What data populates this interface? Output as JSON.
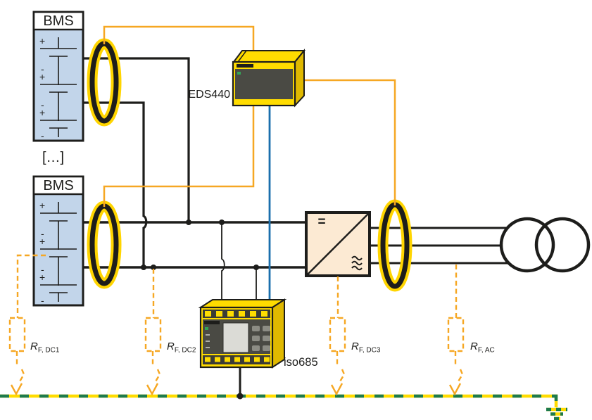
{
  "colors": {
    "wire-black": "#1d1d1b",
    "wire-orange": "#F6A723",
    "wire-blue": "#1A6FAD",
    "ct-yellow": "#FFD500",
    "device-yellow": "#FFDC00",
    "device-yellow-dark": "#E0B900",
    "device-panel": "#4A4A44",
    "bms-fill": "#C2D5EA",
    "inverter-fill": "#FCEAD3",
    "pe-yellow": "#FFDC00",
    "pe-green": "#1E7B4B",
    "led-green": "#33A457"
  },
  "labels": {
    "bms_top": "BMS",
    "bms_bottom": "BMS",
    "ellipsis": "[…]",
    "eds440": "EDS440",
    "iso685": "iso685",
    "plus": "+",
    "minus": "-"
  },
  "icons": {
    "dc": "=",
    "ac": "≈",
    "earth": "⏚",
    "ct": "current-transformer-ring",
    "fault_arrow": "arrow-to-earth"
  },
  "fault_resistances": [
    {
      "symbol": "R",
      "subscript": "F, DC1"
    },
    {
      "symbol": "R",
      "subscript": "F, DC2"
    },
    {
      "symbol": "R",
      "subscript": "F, DC3"
    },
    {
      "symbol": "R",
      "subscript": "F, AC"
    }
  ]
}
